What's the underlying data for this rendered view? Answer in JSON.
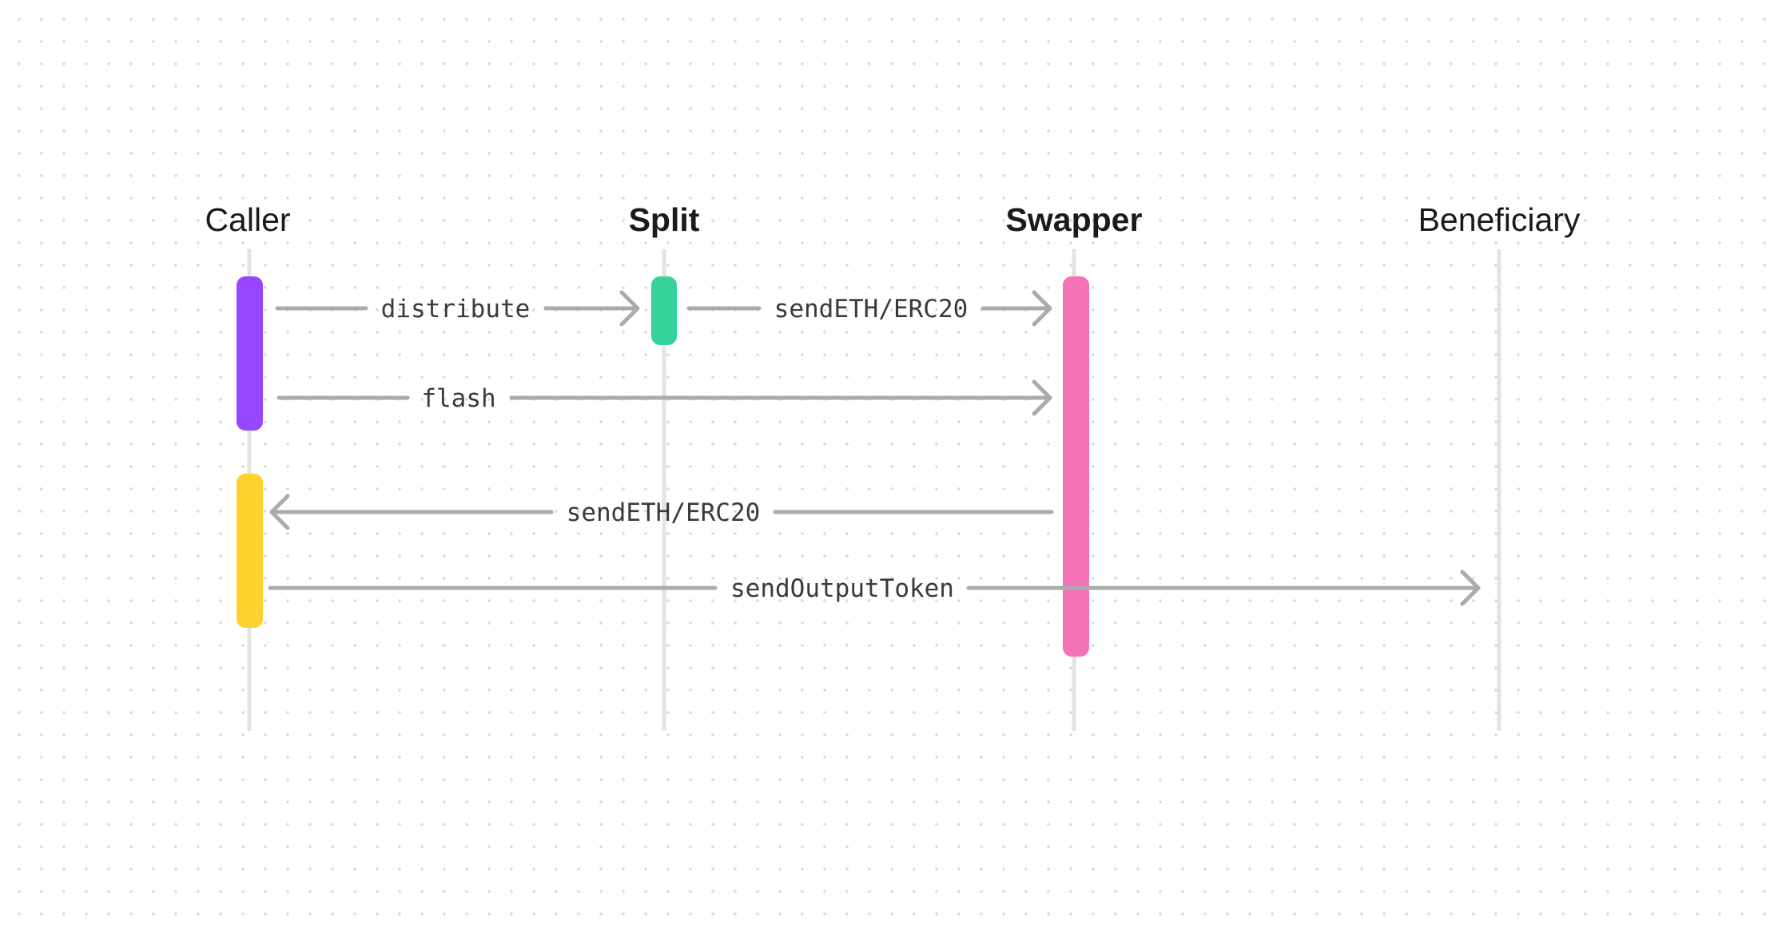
{
  "participants": [
    {
      "name": "Caller",
      "bold": false
    },
    {
      "name": "Split",
      "bold": true
    },
    {
      "name": "Swapper",
      "bold": true
    },
    {
      "name": "Beneficiary",
      "bold": false
    }
  ],
  "activations": [
    {
      "participant": "Caller",
      "color": "#9747ff"
    },
    {
      "participant": "Split",
      "color": "#35d39a"
    },
    {
      "participant": "Swapper",
      "color": "#f472b6"
    },
    {
      "participant": "Caller",
      "color": "#ffd12e"
    }
  ],
  "messages": [
    {
      "from": "Caller",
      "to": "Split",
      "label": "distribute"
    },
    {
      "from": "Split",
      "to": "Swapper",
      "label": "sendETH/ERC20"
    },
    {
      "from": "Caller",
      "to": "Swapper",
      "label": "flash"
    },
    {
      "from": "Swapper",
      "to": "Caller",
      "label": "sendETH/ERC20"
    },
    {
      "from": "Caller",
      "to": "Beneficiary",
      "label": "sendOutputToken"
    }
  ],
  "colors": {
    "lifeline": "#e3e3e3",
    "arrow": "#ababab",
    "text": "#1a1a1a"
  }
}
